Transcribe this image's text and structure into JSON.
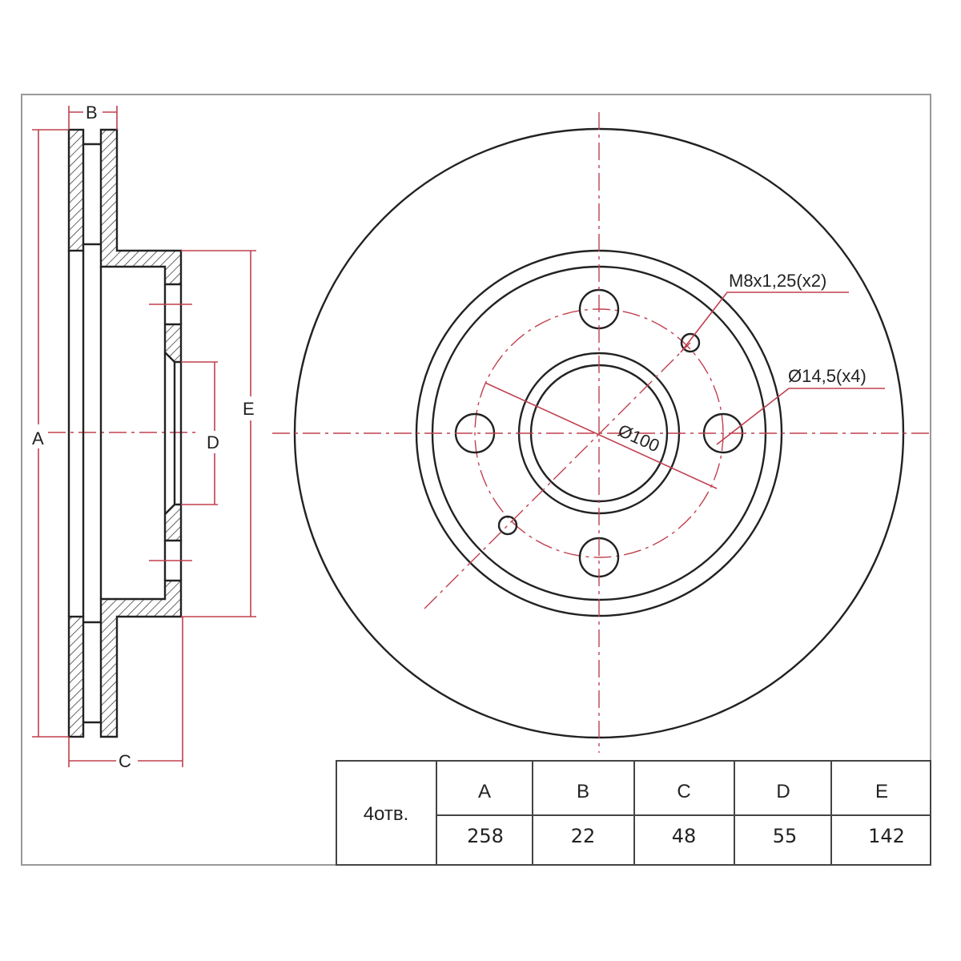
{
  "labels": {
    "A": "A",
    "B": "B",
    "C": "C",
    "D": "D",
    "E": "E"
  },
  "callouts": {
    "thread": "M8x1,25(x2)",
    "hole": "Ø14,5(x4)",
    "pcd": "Ø100"
  },
  "table": {
    "row_label": "4отв.",
    "headers": [
      "A",
      "B",
      "C",
      "D",
      "E"
    ],
    "values": [
      "258",
      "22",
      "48",
      "55",
      "142"
    ]
  },
  "colors": {
    "dimension": "#c0404f",
    "line": "#222222"
  }
}
